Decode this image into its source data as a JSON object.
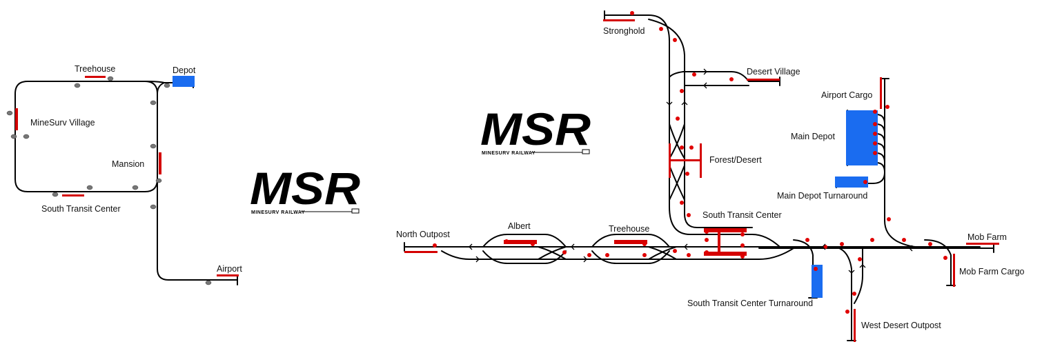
{
  "logo": {
    "letters": "MSR",
    "subtitle": "MINESURV RAILWAY"
  },
  "small_map": {
    "labels": {
      "treehouse": "Treehouse",
      "depot": "Depot",
      "minesurv_village": "MineSurv Village",
      "mansion": "Mansion",
      "south_transit_center": "South Transit Center",
      "airport": "Airport"
    }
  },
  "large_map": {
    "labels": {
      "stronghold": "Stronghold",
      "desert_village": "Desert Village",
      "airport_cargo": "Airport Cargo",
      "main_depot": "Main Depot",
      "forest_desert": "Forest/Desert",
      "main_depot_turnaround": "Main Depot Turnaround",
      "south_transit_center": "South Transit Center",
      "north_outpost": "North Outpost",
      "albert": "Albert",
      "treehouse": "Treehouse",
      "mob_farm": "Mob Farm",
      "mob_farm_cargo": "Mob Farm Cargo",
      "south_transit_center_turnaround": "South Transit Center Turnaround",
      "west_desert_outpost": "West Desert Outpost"
    }
  },
  "colors": {
    "track": "#000000",
    "platform_red": "#d40000",
    "depot_blue": "#1a6cf0",
    "signal": "#e00000"
  }
}
